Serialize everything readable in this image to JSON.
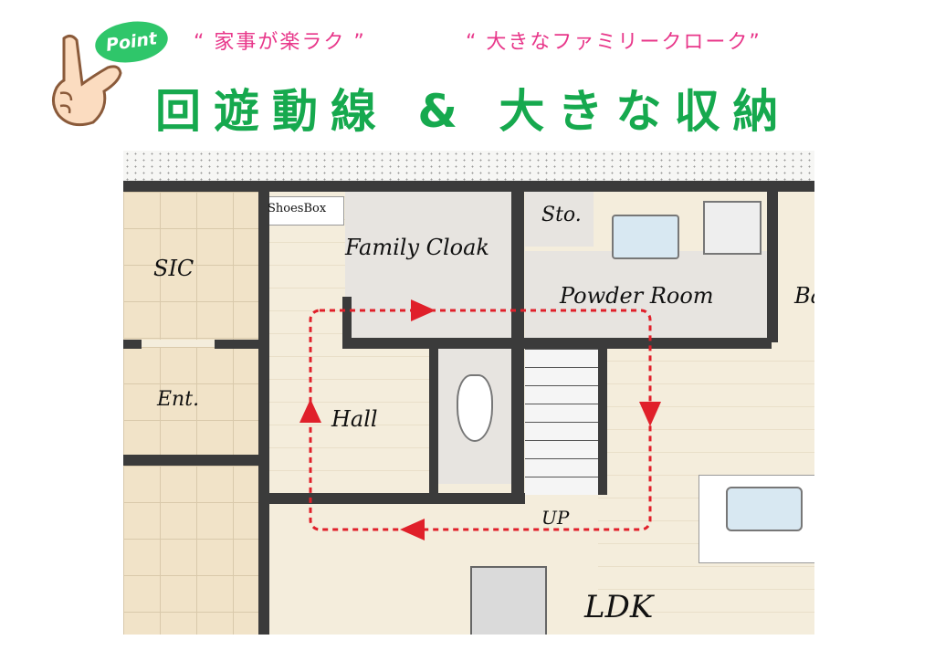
{
  "header": {
    "badge": "Point",
    "subtitle_1": "“ 家事が楽ラク ”",
    "subtitle_2": "“ 大きなファミリークローク”",
    "title": "回遊動線 & 大きな収納"
  },
  "floorplan": {
    "rooms": {
      "shoes_box": "ShoesBox",
      "family_cloak": "Family Cloak",
      "storage": "Sto.",
      "powder_room": "Powder Room",
      "bath": "Ba",
      "sic": "SIC",
      "entrance": "Ent.",
      "hall": "Hall",
      "stairs": "UP",
      "ldk": "LDK"
    },
    "route_color": "#e0202a"
  }
}
